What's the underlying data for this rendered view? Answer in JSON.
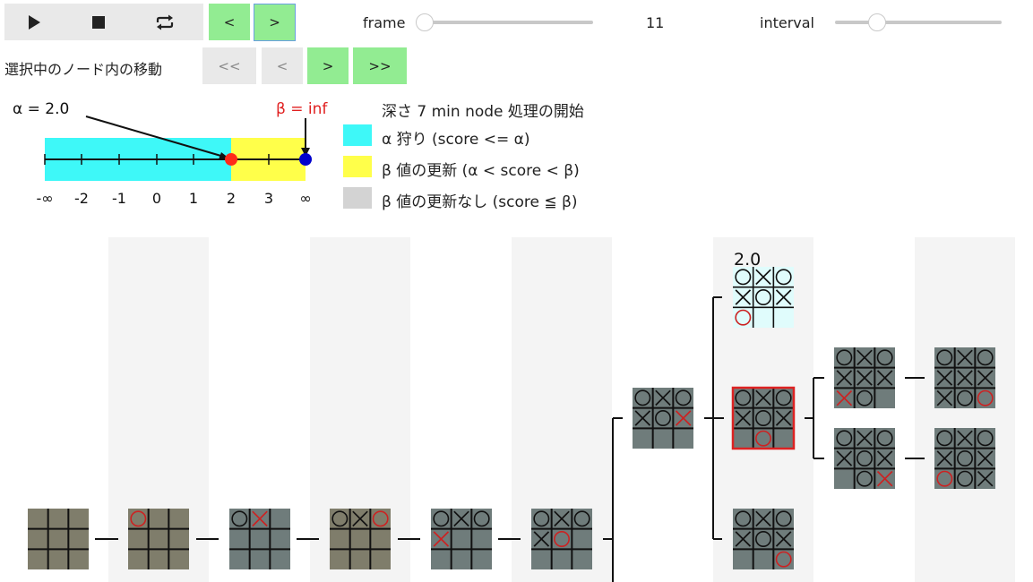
{
  "toolbar": {
    "play_icon": "play-icon",
    "stop_icon": "stop-icon",
    "loop_icon": "loop-icon",
    "prev_label": "<",
    "next_label": ">",
    "frame_label": "frame",
    "frame_value": "11",
    "interval_label": "interval",
    "frame_slider_level": 0,
    "interval_slider_level": 0.25
  },
  "node_nav": {
    "label": "選択中のノード内の移動",
    "first_label": "<<",
    "prev_label": "<",
    "next_label": ">",
    "last_label": ">>"
  },
  "ab_window": {
    "alpha_label": "α  = 2.0",
    "beta_label": "β  = inf",
    "alpha_value": 2.0,
    "beta_value": "inf",
    "ticks": [
      "-∞",
      "-2",
      "-1",
      "0",
      "1",
      "2",
      "3",
      "∞"
    ],
    "colors": {
      "hunt": "#3ef8f8",
      "update": "#ffff4a",
      "none": "#d3d3d3",
      "alpha_dot": "#ff2a1a",
      "beta_dot": "#0000cc"
    }
  },
  "legend": {
    "title": "深さ 7 min node 処理の開始",
    "items": [
      {
        "text": "α 狩り (score <= α)"
      },
      {
        "text": "β 値の更新 (α < score < β)"
      },
      {
        "text": "β 値の更新なし (score ≦ β)"
      }
    ]
  },
  "tree": {
    "score_label": "2.0",
    "colors": {
      "olive": "#7f7d6b",
      "slate": "#6f7c7b",
      "light": "#e0fcfc",
      "mark_red": "#cc2222",
      "mark_dark": "#111111",
      "highlight": "#dd2222"
    }
  }
}
